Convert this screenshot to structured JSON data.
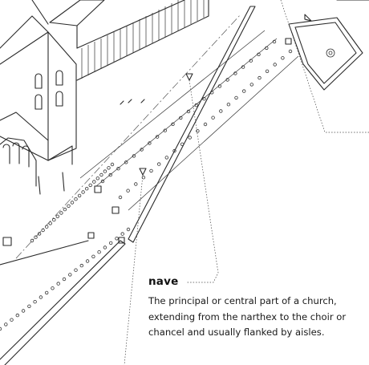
{
  "annotation": {
    "term": "nave",
    "definition_lines": [
      "The principal or central part of a church,",
      "extending from the narthex to the choir or",
      "chancel and usually flanked by aisles."
    ]
  }
}
